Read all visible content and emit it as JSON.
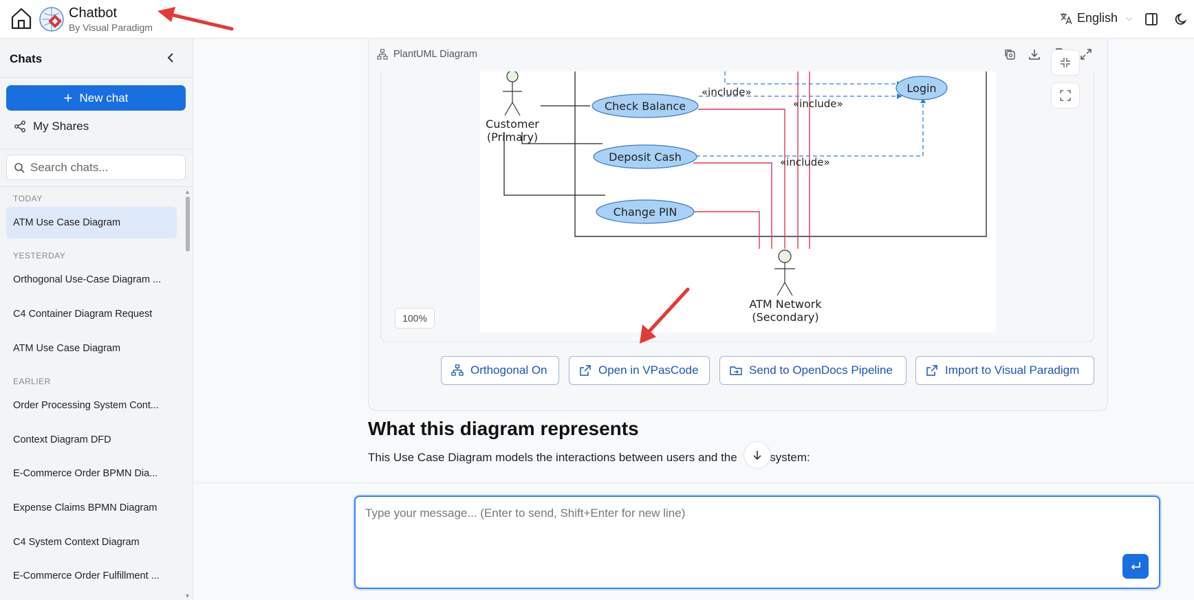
{
  "header": {
    "title": "Chatbot",
    "subtitle": "By Visual Paradigm",
    "language": "English"
  },
  "sidebar": {
    "heading": "Chats",
    "new_chat": "New chat",
    "my_shares": "My Shares",
    "search_placeholder": "Search chats...",
    "groups": [
      {
        "label": "TODAY",
        "items": [
          "ATM Use Case Diagram"
        ]
      },
      {
        "label": "YESTERDAY",
        "items": [
          "Orthogonal Use-Case Diagram ...",
          "C4 Container Diagram Request",
          "ATM Use Case Diagram"
        ]
      },
      {
        "label": "EARLIER",
        "items": [
          "Order Processing System Cont...",
          "Context Diagram DFD",
          "E-Commerce Order BPMN Dia...",
          "Expense Claims BPMN Diagram",
          "C4 System Context Diagram",
          "E-Commerce Order Fulfillment ..."
        ]
      }
    ],
    "active_item": "ATM Use Case Diagram"
  },
  "diagram": {
    "label": "PlantUML Diagram",
    "zoom": "100%",
    "use_cases": [
      "Check Balance",
      "Deposit Cash",
      "Change PIN",
      "Login"
    ],
    "actors": [
      {
        "line1": "Customer",
        "line2": "(Primary)"
      },
      {
        "line1": "ATM Network",
        "line2": "(Secondary)"
      }
    ],
    "relations": [
      "«include»",
      "«include»",
      "«include»"
    ]
  },
  "actions": {
    "orthogonal": "Orthogonal On",
    "open_vpascode": "Open in VPasCode",
    "send_opendocs": "Send to OpenDocs Pipeline",
    "import_vp": "Import to Visual Paradigm"
  },
  "content": {
    "section_title": "What this diagram represents",
    "section_text_a": "This Use Case Diagram models the interactions between users and the",
    "section_text_b": "system:"
  },
  "composer": {
    "placeholder": "Type your message... (Enter to send, Shift+Enter for new line)"
  },
  "colors": {
    "accent": "#1a6fe0",
    "use_case_fill": "#a9d1f5",
    "include_line": "#2f7fd6",
    "network_line": "#e0335a",
    "annotation_arrow": "#e53935"
  }
}
